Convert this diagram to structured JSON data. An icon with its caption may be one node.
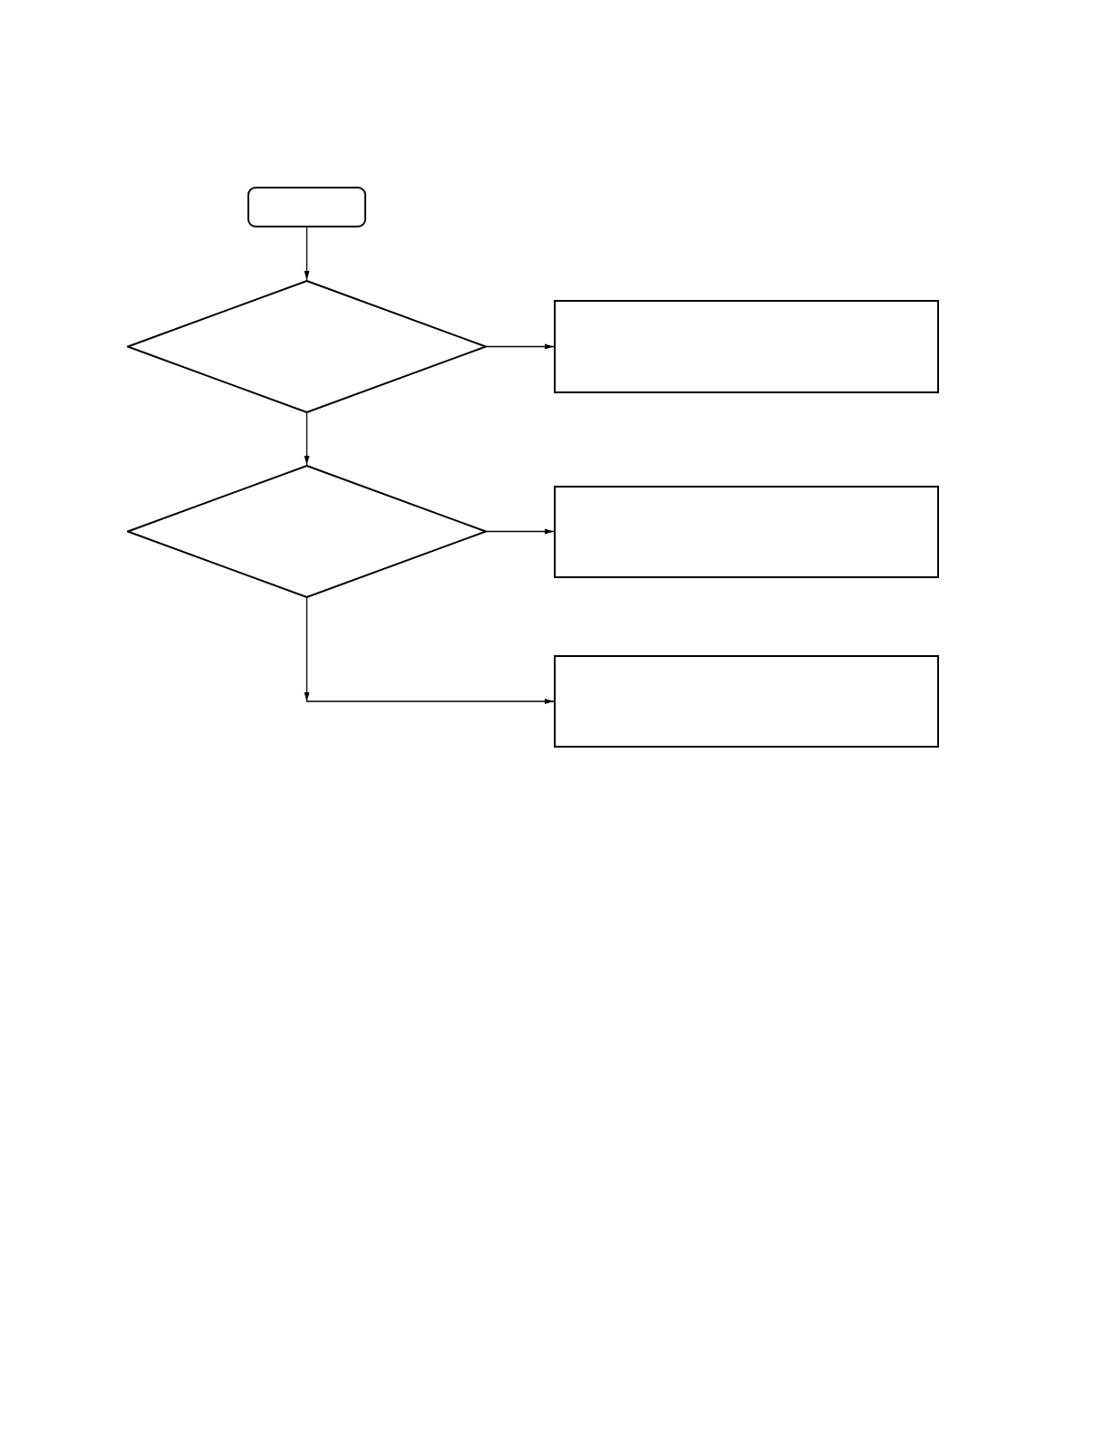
{
  "diagram": {
    "nodes": [
      {
        "text": [],
        "shape": "box"
      },
      {
        "text": [],
        "shape": "diamond"
      },
      {
        "text": [],
        "shape": "box"
      },
      {
        "text": [],
        "shape": "diamond"
      },
      {
        "text": [],
        "shape": "box"
      },
      {
        "text": [],
        "shape": "box"
      }
    ],
    "edges": [
      {
        "from": 0,
        "to": 1,
        "arrow": "to"
      },
      {
        "from": 1,
        "to": 2,
        "arrow": "to"
      },
      {
        "from": 1,
        "to": 3,
        "arrow": "to"
      },
      {
        "from": 3,
        "to": 4,
        "arrow": "to"
      },
      {
        "from": 3,
        "to": 5,
        "arrow": "to"
      }
    ]
  }
}
